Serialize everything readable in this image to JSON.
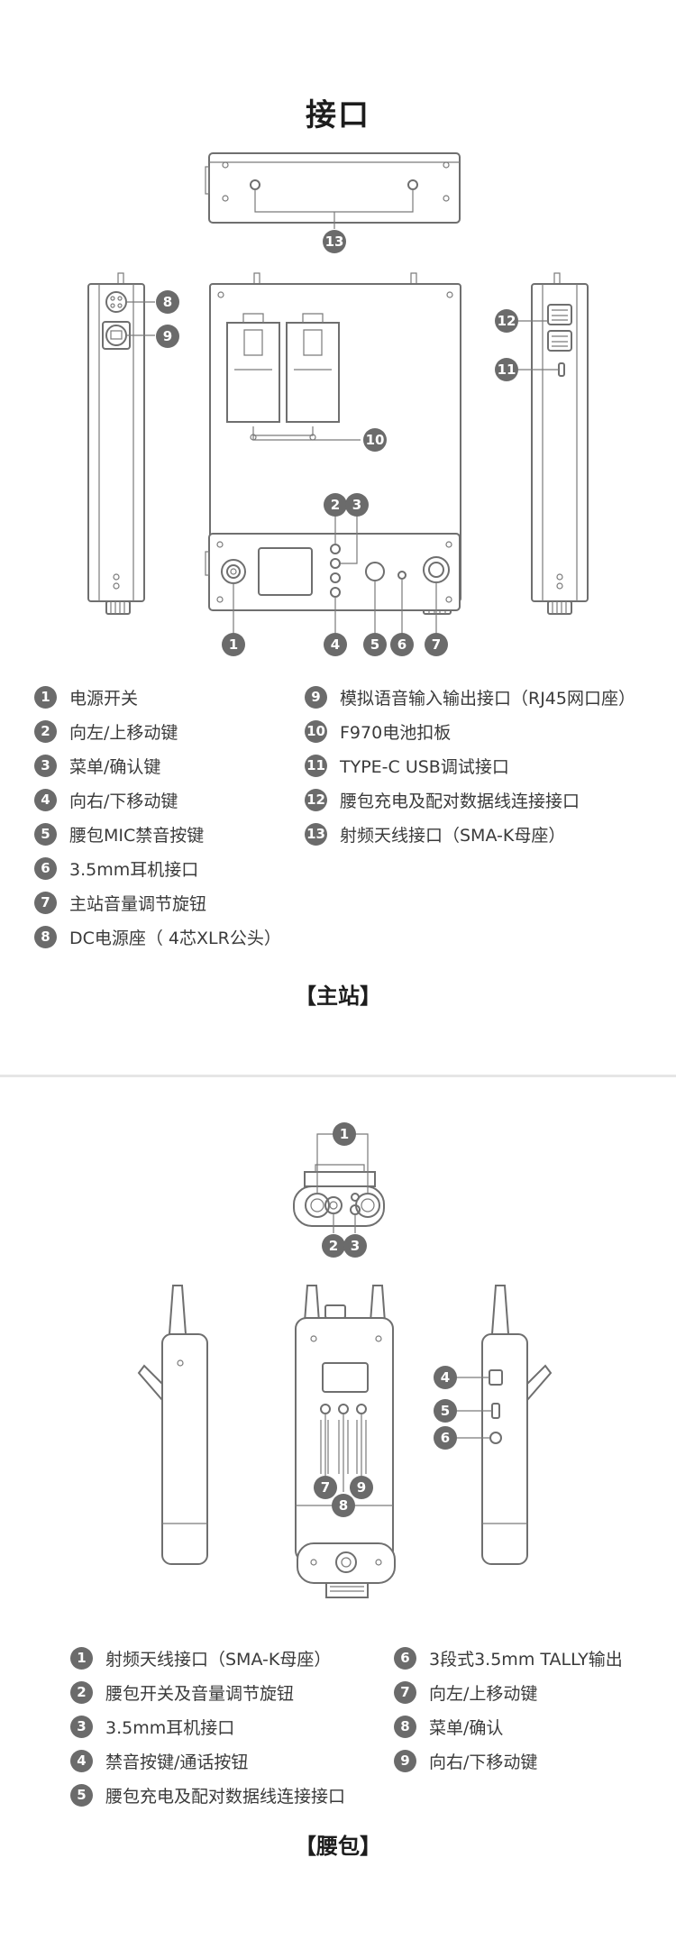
{
  "header": {
    "title": "接口"
  },
  "section1": {
    "caption": "【主站】",
    "legend_left": [
      {
        "n": "1",
        "text": "电源开关"
      },
      {
        "n": "2",
        "text": "向左/上移动键"
      },
      {
        "n": "3",
        "text": "菜单/确认键"
      },
      {
        "n": "4",
        "text": "向右/下移动键"
      },
      {
        "n": "5",
        "text": "腰包MIC禁音按键"
      },
      {
        "n": "6",
        "text": "3.5mm耳机接口"
      },
      {
        "n": "7",
        "text": "主站音量调节旋钮"
      },
      {
        "n": "8",
        "text": "DC电源座（ 4芯XLR公头）"
      }
    ],
    "legend_right": [
      {
        "n": "9",
        "text": "模拟语音输入输出接口（RJ45网口座）"
      },
      {
        "n": "10",
        "text": "F970电池扣板"
      },
      {
        "n": "11",
        "text": "TYPE-C USB调试接口"
      },
      {
        "n": "12",
        "text": "腰包充电及配对数据线连接接口"
      },
      {
        "n": "13",
        "text": "射频天线接口（SMA-K母座）"
      }
    ]
  },
  "section2": {
    "caption": "【腰包】",
    "legend_left": [
      {
        "n": "1",
        "text": "射频天线接口（SMA-K母座）"
      },
      {
        "n": "2",
        "text": "腰包开关及音量调节旋钮"
      },
      {
        "n": "3",
        "text": "3.5mm耳机接口"
      },
      {
        "n": "4",
        "text": "禁音按键/通话按钮"
      },
      {
        "n": "5",
        "text": "腰包充电及配对数据线连接接口"
      }
    ],
    "legend_right": [
      {
        "n": "6",
        "text": "3段式3.5mm TALLY输出"
      },
      {
        "n": "7",
        "text": "向左/上移动键"
      },
      {
        "n": "8",
        "text": "菜单/确认"
      },
      {
        "n": "9",
        "text": "向右/下移动键"
      }
    ]
  },
  "badges": {
    "top_view": "13",
    "left_side": [
      "8",
      "9"
    ],
    "back_view": "10",
    "right_side": [
      "12",
      "11"
    ],
    "front_top": [
      "2",
      "3"
    ],
    "front_bottom": [
      "1",
      "4",
      "5",
      "6",
      "7"
    ],
    "belt_top": [
      "1",
      "2",
      "3"
    ],
    "belt_side": [
      "4",
      "5",
      "6"
    ],
    "belt_front": [
      "7",
      "8",
      "9"
    ]
  },
  "colors": {
    "line": "#6f6f6f",
    "badge": "#6b6b6b",
    "text": "#333333",
    "divider": "#e6e6e6"
  }
}
